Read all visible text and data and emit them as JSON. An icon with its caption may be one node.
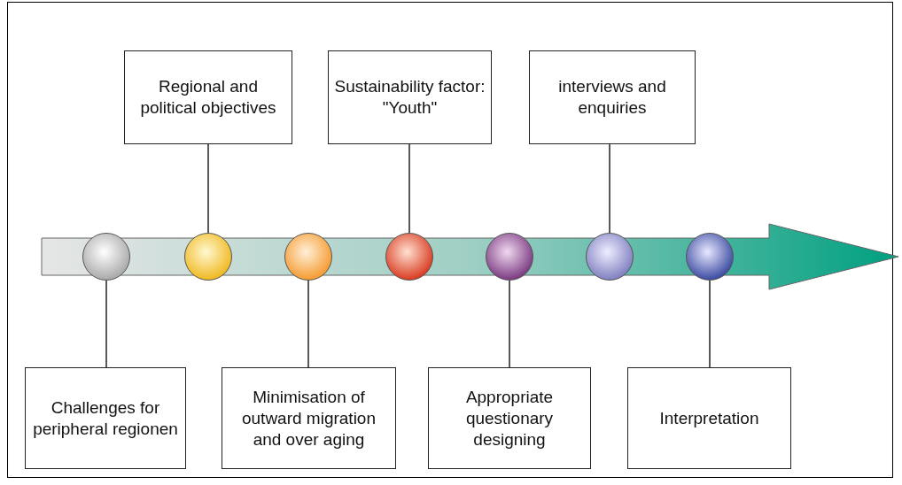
{
  "diagram": {
    "nodes": [
      {
        "text": [
          "Regional and political objectives"
        ]
      },
      {
        "text": [
          "Sustainability factor: \"Youth\""
        ]
      },
      {
        "text": [
          "interviews and enquiries"
        ]
      },
      {
        "text": [],
        "shape": "circle"
      },
      {
        "text": [],
        "shape": "circle"
      },
      {
        "text": [],
        "shape": "circle"
      },
      {
        "text": [],
        "shape": "circle"
      },
      {
        "text": [],
        "shape": "circle"
      },
      {
        "text": [],
        "shape": "circle"
      },
      {
        "text": [],
        "shape": "circle"
      },
      {
        "text": [
          "Challenges for peripheral regionen"
        ]
      },
      {
        "text": [
          "Minimisation of outward migration and over aging"
        ]
      },
      {
        "text": [
          "Appropriate questionary designing"
        ]
      },
      {
        "text": [
          "Interpretation"
        ]
      }
    ],
    "edges": [
      {
        "from": 3,
        "to": 10,
        "arrow": "none"
      },
      {
        "from": 4,
        "to": 0,
        "arrow": "none"
      },
      {
        "from": 5,
        "to": 11,
        "arrow": "none"
      },
      {
        "from": 6,
        "to": 1,
        "arrow": "none"
      },
      {
        "from": 7,
        "to": 12,
        "arrow": "none"
      },
      {
        "from": 8,
        "to": 2,
        "arrow": "none"
      },
      {
        "from": 9,
        "to": 13,
        "arrow": "none"
      }
    ]
  }
}
